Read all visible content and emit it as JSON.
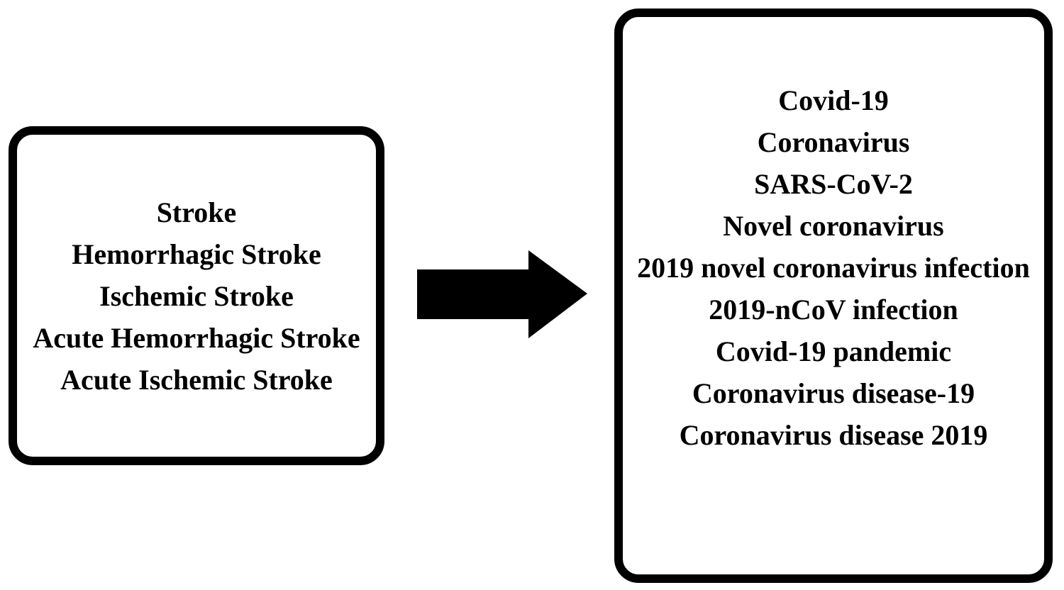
{
  "diagram": {
    "background_color": "#ffffff",
    "ink_color": "#000000",
    "left_box": {
      "items": [
        "Stroke",
        "Hemorrhagic Stroke",
        "Ischemic Stroke",
        "Acute Hemorrhagic Stroke",
        "Acute Ischemic Stroke"
      ]
    },
    "arrow": {
      "icon": "right-arrow-icon",
      "direction": "right"
    },
    "right_box": {
      "items": [
        "Covid-19",
        "Coronavirus",
        "SARS-CoV-2",
        "Novel coronavirus",
        "2019 novel coronavirus infection",
        "2019-nCoV infection",
        "Covid-19 pandemic",
        "Coronavirus disease-19",
        "Coronavirus disease 2019"
      ]
    }
  }
}
